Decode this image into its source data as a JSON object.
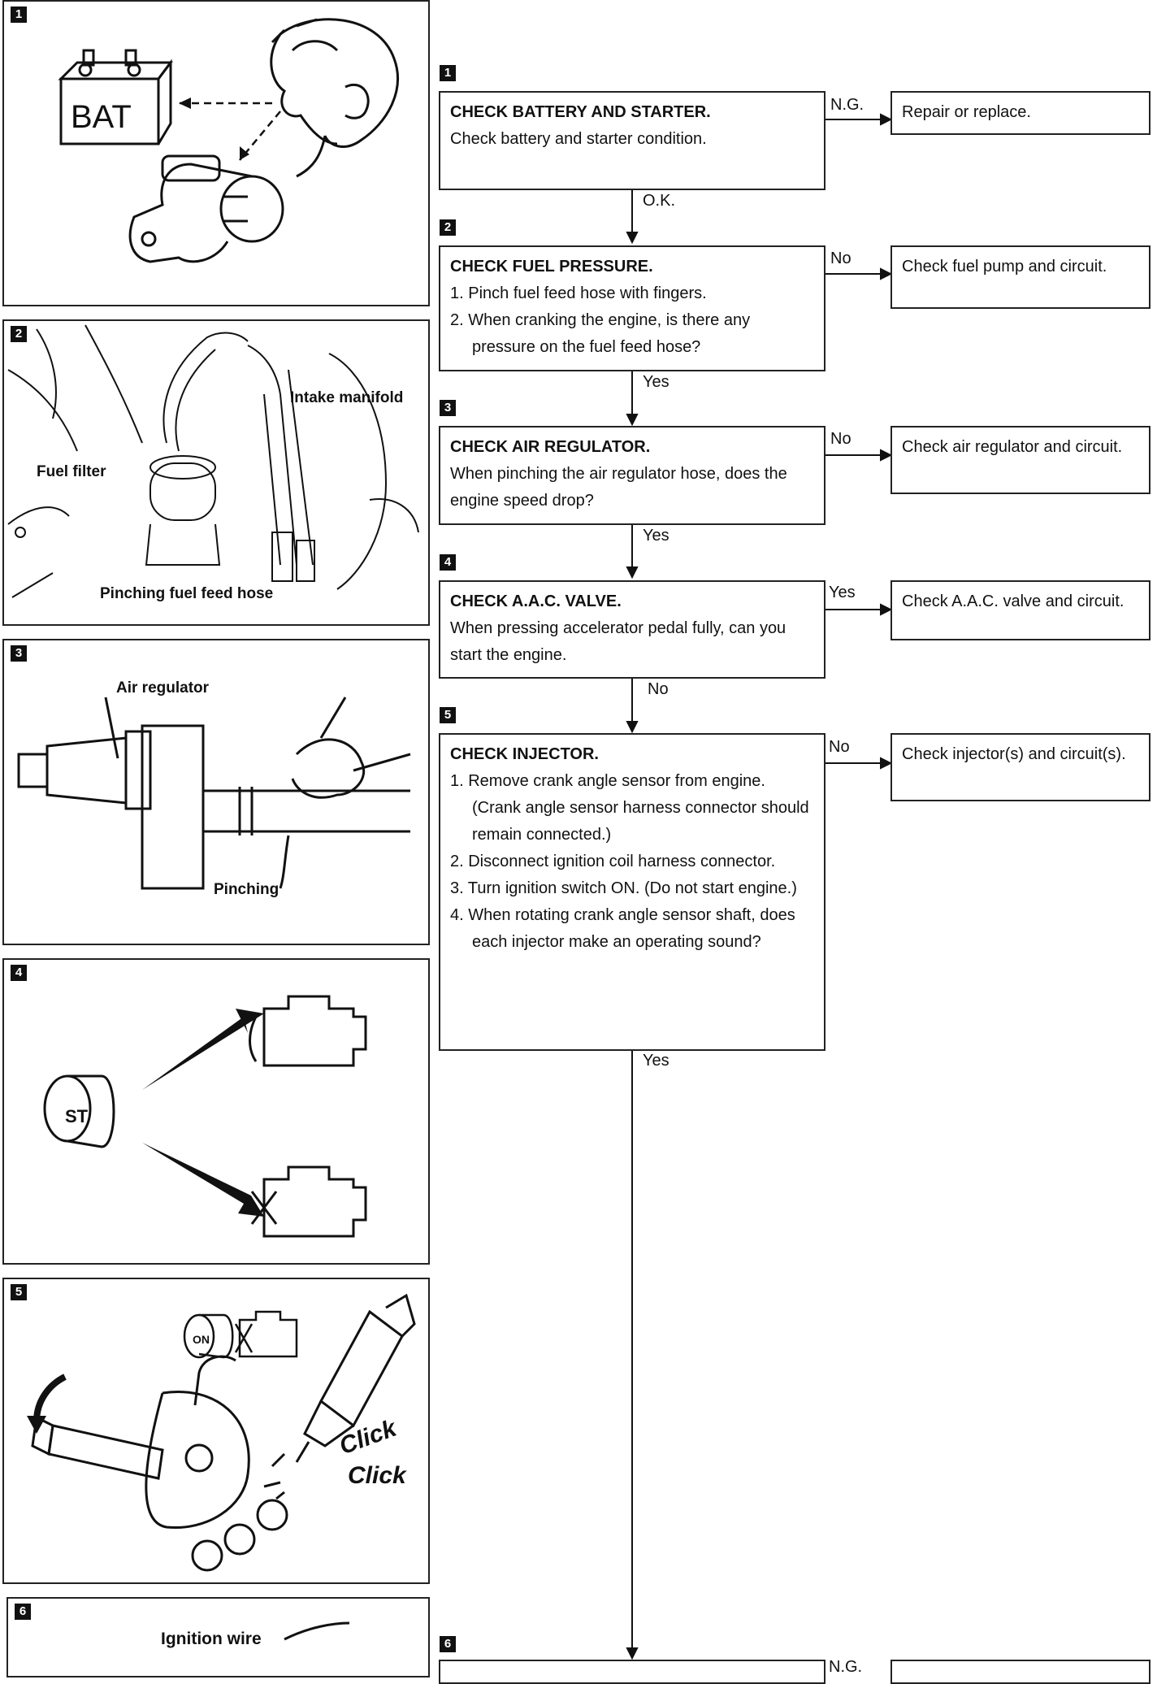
{
  "figures": [
    {
      "number": "1"
    },
    {
      "number": "2",
      "labels": {
        "intake": "Intake manifold",
        "filter": "Fuel filter",
        "pinch": "Pinching fuel feed hose"
      }
    },
    {
      "number": "3",
      "labels": {
        "air": "Air regulator",
        "pinching": "Pinching"
      }
    },
    {
      "number": "4",
      "key": "ST"
    },
    {
      "number": "5",
      "key": "ON",
      "click1": "Click",
      "click2": "Click"
    },
    {
      "number": "6",
      "labels": {
        "wire": "Ignition wire"
      }
    }
  ],
  "battery_label": "BAT",
  "steps": [
    {
      "number": "1",
      "title": "CHECK BATTERY AND STARTER.",
      "lines": [
        "Check battery and starter condition."
      ],
      "branch": "N.G.",
      "result": "Repair or replace.",
      "next": "O.K."
    },
    {
      "number": "2",
      "title": "CHECK FUEL PRESSURE.",
      "items": [
        "1. Pinch fuel feed hose with fingers.",
        "2. When cranking the engine, is there any pressure on the fuel feed hose?"
      ],
      "branch": "No",
      "result": "Check fuel pump and circuit.",
      "next": "Yes"
    },
    {
      "number": "3",
      "title": "CHECK AIR REGULATOR.",
      "lines": [
        "When pinching the air regulator hose, does the engine speed drop?"
      ],
      "branch": "No",
      "result": "Check air regulator and circuit.",
      "next": "Yes"
    },
    {
      "number": "4",
      "title": "CHECK A.A.C. VALVE.",
      "lines": [
        "When pressing accelerator pedal fully, can you start the engine."
      ],
      "branch": "Yes",
      "result": "Check A.A.C. valve and circuit.",
      "next": "No"
    },
    {
      "number": "5",
      "title": "CHECK INJECTOR.",
      "items": [
        "1. Remove crank angle sensor from engine. (Crank angle sensor harness connector should remain connected.)",
        "2. Disconnect ignition coil harness connector.",
        "3. Turn ignition switch ON. (Do not start engine.)",
        "4. When rotating crank angle sensor shaft, does each injector make an operating sound?"
      ],
      "branch": "No",
      "result": "Check injector(s) and circuit(s).",
      "next": "Yes"
    },
    {
      "number": "6",
      "branch": "N.G."
    }
  ]
}
